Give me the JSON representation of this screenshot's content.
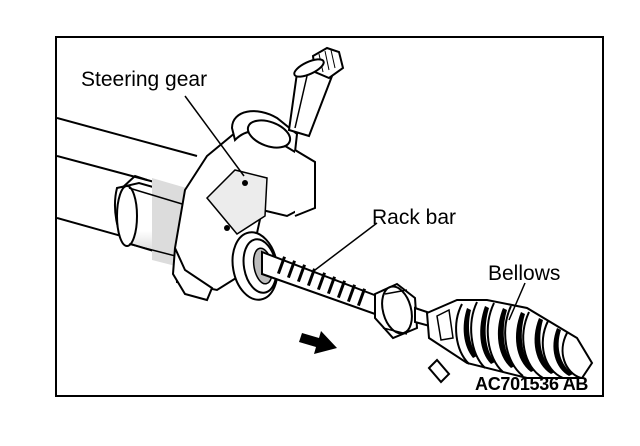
{
  "labels": {
    "steering_gear": "Steering gear",
    "rack_bar": "Rack bar",
    "bellows": "Bellows"
  },
  "figure_code": "AC701536 AB",
  "colors": {
    "ink": "#000000",
    "paper": "#ffffff",
    "shade": "#c8c8c8"
  },
  "icons": {
    "direction_arrow": "arrow-right-down-icon"
  }
}
